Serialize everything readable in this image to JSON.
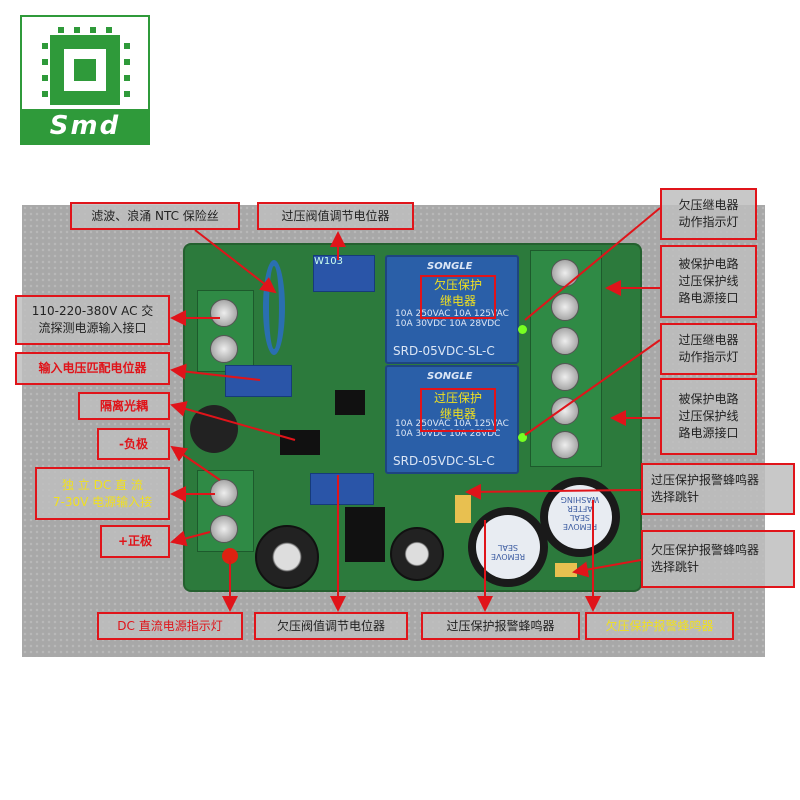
{
  "logo": {
    "text": "Smd"
  },
  "board": {
    "relay_brand": "SONGLE",
    "relay_spec": [
      "10A 250VAC 10A 125VAC",
      "10A 30VDC 10A 28VDC"
    ],
    "relay_model": "SRD-05VDC-SL-C",
    "pot_code": "W103",
    "relay_labels": {
      "under": [
        "欠压保护",
        "继电器"
      ],
      "over": [
        "过压保护",
        "继电器"
      ]
    },
    "buzzer_sticker": [
      "REMOVE",
      "SEAL",
      "AFTER",
      "WASHING"
    ]
  },
  "labels": {
    "ntc": "滤波、浪涌 NTC 保险丝",
    "over_pot": "过压阀值调节电位器",
    "ac_input": [
      "110-220-380V AC 交",
      "流探测电源输入接口"
    ],
    "input_pot": "输入电压匹配电位器",
    "optocoupler": "隔离光耦",
    "negative": "-负极",
    "dc_input": [
      "独 立 DC 直 流",
      "7-30V 电源输入接"
    ],
    "positive": "+正极",
    "dc_led": "DC 直流电源指示灯",
    "under_pot": "欠压阀值调节电位器",
    "over_buzzer": "过压保护报警蜂鸣器",
    "under_buzzer": "欠压保护报警蜂鸣器",
    "under_relay_led": [
      "欠压继电器",
      "动作指示灯"
    ],
    "protected_port_1": [
      "被保护电路",
      "过压保护线",
      "路电源接口"
    ],
    "over_relay_led": [
      "过压继电器",
      "动作指示灯"
    ],
    "protected_port_2": [
      "被保护电路",
      "过压保护线",
      "路电源接口"
    ],
    "over_buzzer_jumper": [
      "过压保护报警蜂鸣器",
      "选择跳针"
    ],
    "under_buzzer_jumper": [
      "欠压保护报警蜂鸣器",
      "选择跳针"
    ]
  },
  "colors": {
    "label_border": "#e0141a",
    "pcb": "#2c7a3c",
    "relay": "#2a5fa8",
    "logo": "#2f9a3a"
  }
}
